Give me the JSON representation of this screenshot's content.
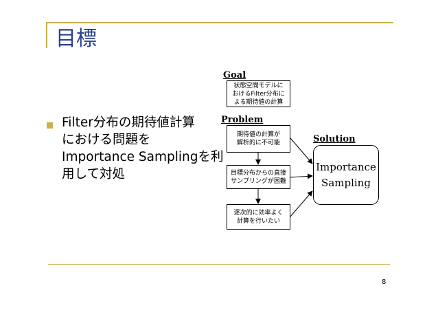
{
  "slide": {
    "title": "目標",
    "bullet_lines": [
      "Filter分布の期待値計算",
      "における問題を",
      "Importance Samplingを利",
      "用して対処"
    ],
    "page_number": "8"
  },
  "diagram": {
    "goal_label": "Goal",
    "goal_box": [
      "状態空間モデルに",
      "おけるFilter分布に",
      "よる期待値の計算"
    ],
    "problem_label": "Problem",
    "problems": [
      [
        "期待値の計算が",
        "解析的に不可能"
      ],
      [
        "目標分布からの直接",
        "サンプリングが困難"
      ],
      [
        "逐次的に効率よく",
        "計算を行いたい"
      ]
    ],
    "solution_label": "Solution",
    "solution_box": [
      "Importance",
      "Sampling"
    ]
  },
  "colors": {
    "title": "#2a3f8f",
    "accent": "#c9b24a"
  }
}
